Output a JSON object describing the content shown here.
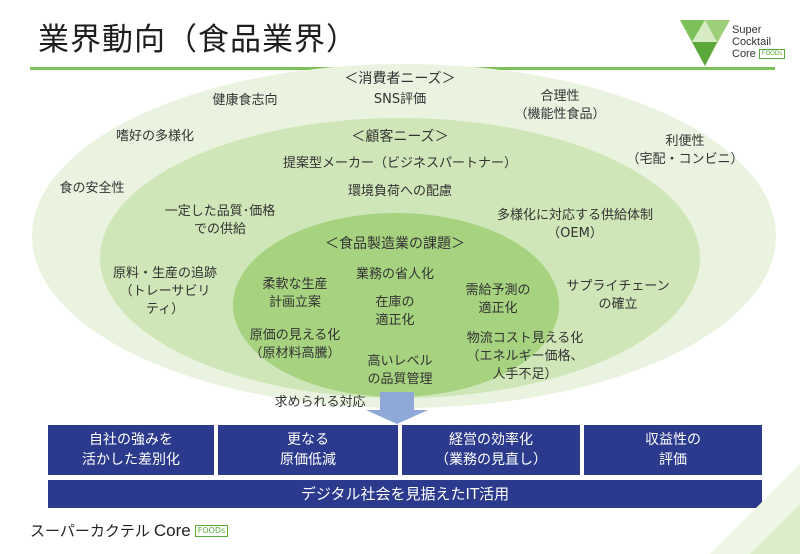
{
  "title": "業界動向（食品業界）",
  "logo": {
    "line1": "Super",
    "line2": "Cocktail",
    "line3": "Core",
    "badge": "FOODs"
  },
  "outer": {
    "heading": "＜消費者ニーズ＞",
    "items": {
      "sns": "SNS評価",
      "health": "健康食志向",
      "rational": "合理性\n（機能性食品）",
      "taste": "嗜好の多様化",
      "convenience": "利便性\n（宅配・コンビニ）",
      "safety": "食の安全性",
      "trace": "原料・生産の追跡\n（トレーサビリ\nティ）",
      "supply": "サプライチェーン\nの確立"
    }
  },
  "middle": {
    "heading": "＜顧客ニーズ＞",
    "items": {
      "proposal": "提案型メーカー（ビジネスパートナー）",
      "environment": "環境負荷への配慮",
      "quality_price": "一定した品質･価格\nでの供給",
      "diverse_supply": "多様化に対応する供給体制\n（OEM）"
    }
  },
  "inner": {
    "heading": "＜食品製造業の課題＞",
    "items": {
      "flexible": "柔軟な生産\n計画立案",
      "labor": "業務の省人化",
      "inventory": "在庫の\n適正化",
      "forecast": "需給予測の\n適正化",
      "cost_visibility": "原価の見える化\n（原材料高騰）",
      "high_quality": "高いレベル\nの品質管理",
      "logistics": "物流コスト見える化\n（エネルギー価格、\n人手不足）"
    }
  },
  "arrow_label": "求められる対応",
  "responses": [
    "自社の強みを\n活かした差別化",
    "更なる\n原価低減",
    "経営の効率化\n（業務の見直し）",
    "収益性の\n評価"
  ],
  "digital_bar": "デジタル社会を見据えたIT活用",
  "footer": {
    "brand": "スーパーカクテル",
    "core": "Core",
    "badge": "FOODs"
  },
  "colors": {
    "outer_ellipse": "#eaf3df",
    "middle_ellipse": "#cfe6b8",
    "inner_ellipse": "#a7d27f",
    "accent_green": "#7cc05a",
    "navy": "#2b3a8c",
    "arrow": "#8fa8d8"
  },
  "icons": {
    "logo_mark": "green-triangle-mosaic-icon",
    "arrow": "down-arrow-icon"
  }
}
